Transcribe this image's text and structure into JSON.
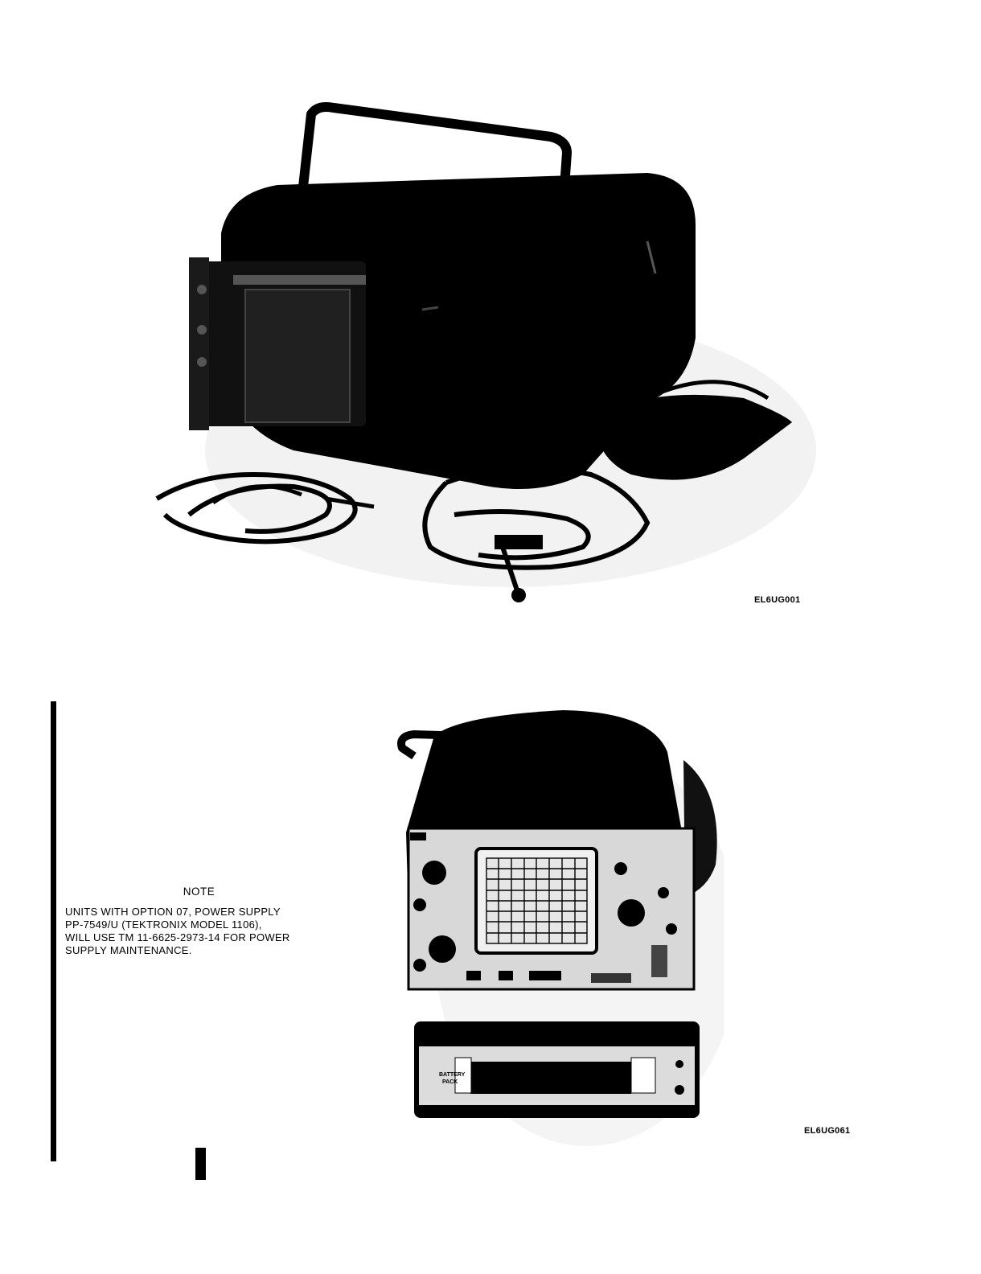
{
  "figures": {
    "top": {
      "code": "EL6UG001",
      "depicts": "oscilloscope-with-handle-and-accessory-cables"
    },
    "bottom": {
      "code": "EL6UG061",
      "depicts": "oscilloscope-mounted-on-battery-pack"
    }
  },
  "note": {
    "heading": "NOTE",
    "lines": [
      "UNITS WITH OPTION 07, POWER SUPPLY",
      "PP-7549/U (TEKTRONIX MODEL 1106),",
      "WILL USE TM 11-6625-2973-14 FOR POWER",
      "SUPPLY MAINTENANCE."
    ]
  },
  "bottom_unit_labels": {
    "pack_label_line1": "BATTERY",
    "pack_label_line2": "PACK"
  },
  "colors": {
    "ink": "#000000",
    "paper": "#ffffff"
  }
}
